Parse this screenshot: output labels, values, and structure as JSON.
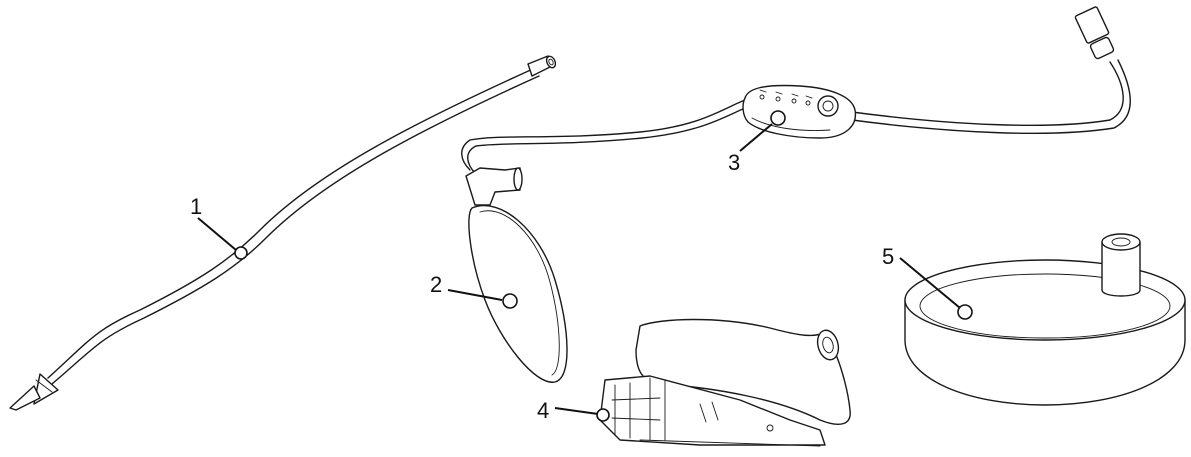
{
  "colors": {
    "outline": "#1a1a1a",
    "fill": "#ffffff",
    "background": "#ffffff"
  },
  "callouts": [
    {
      "id": "1",
      "label": "1"
    },
    {
      "id": "2",
      "label": "2"
    },
    {
      "id": "3",
      "label": "3"
    },
    {
      "id": "4",
      "label": "4"
    },
    {
      "id": "5",
      "label": "5"
    }
  ]
}
